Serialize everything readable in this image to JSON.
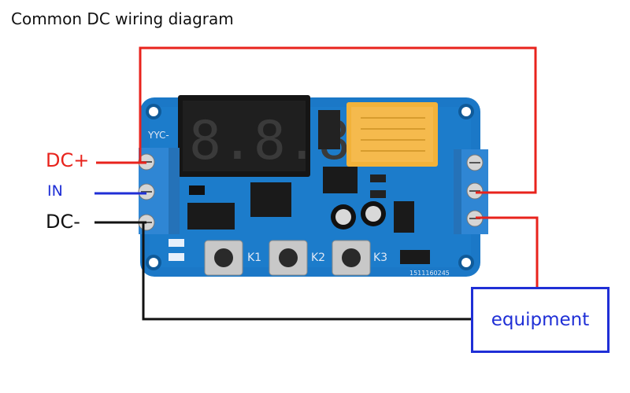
{
  "title": "Common DC wiring diagram",
  "labels": {
    "dc_plus": "DC+",
    "in": "IN",
    "dc_minus": "DC-",
    "equipment": "equipment"
  },
  "board": {
    "model": "YYC-",
    "buttons": [
      "K1",
      "K2",
      "K3"
    ],
    "serial": "1511160245",
    "display_text": "8.8.8"
  },
  "colors": {
    "wire_positive": "#e8231c",
    "wire_signal": "#1f2fd6",
    "wire_negative": "#111111",
    "pcb": "#1b78c7",
    "terminal": "#2f86d4",
    "relay": "#f2b23a"
  }
}
